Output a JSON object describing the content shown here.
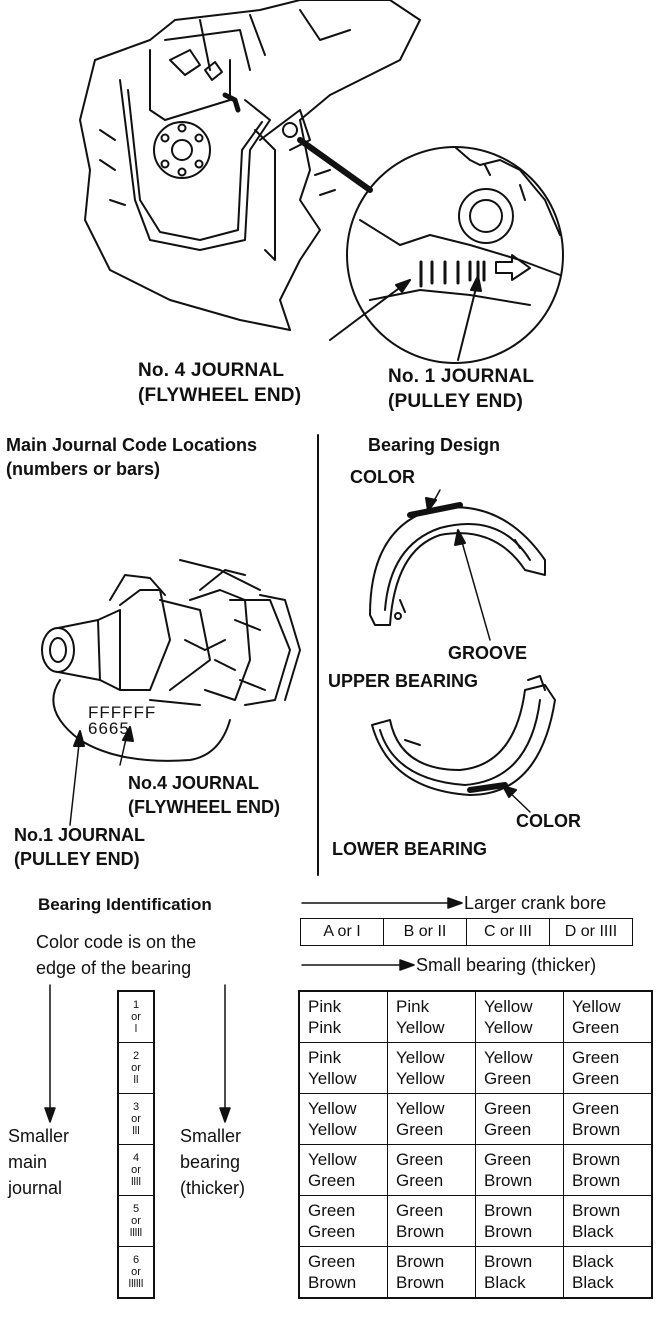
{
  "top": {
    "no4_line1": "No. 4 JOURNAL",
    "no4_line2": "(FLYWHEEL END)",
    "no1_line1": "No. 1 JOURNAL",
    "no1_line2": "(PULLEY END)"
  },
  "left_panel": {
    "title_line1": "Main Journal Code Locations",
    "title_line2": "(numbers or bars)",
    "code_marks_top": "FFFFFF",
    "code_marks_bottom": "6665",
    "no4_line1": "No.4 JOURNAL",
    "no4_line2": "(FLYWHEEL END)",
    "no1_line1": "No.1 JOURNAL",
    "no1_line2": "(PULLEY END)"
  },
  "right_panel": {
    "title": "Bearing Design",
    "color_top": "COLOR",
    "groove": "GROOVE",
    "upper_bearing": "UPPER BEARING",
    "color_bottom": "COLOR",
    "lower_bearing": "LOWER BEARING"
  },
  "identification": {
    "title": "Bearing Identification",
    "note_line1": "Color code is on the",
    "note_line2": "edge of the bearing",
    "smaller_main": [
      "Smaller",
      "main",
      "journal"
    ],
    "smaller_bearing": [
      "Smaller",
      "bearing",
      "(thicker)"
    ],
    "larger_crank_bore": "Larger crank bore",
    "small_bearing": "Small bearing (thicker)",
    "bore_codes": [
      "A or I",
      "B or II",
      "C or III",
      "D or IIII"
    ],
    "journal_codes": [
      [
        "1",
        "or",
        "l"
      ],
      [
        "2",
        "or",
        "ll"
      ],
      [
        "3",
        "or",
        "lll"
      ],
      [
        "4",
        "or",
        "llll"
      ],
      [
        "5",
        "or",
        "lllll"
      ],
      [
        "6",
        "or",
        "llllll"
      ]
    ],
    "color_rows": [
      [
        [
          "Pink",
          "Pink"
        ],
        [
          "Pink",
          "Yellow"
        ],
        [
          "Yellow",
          "Yellow"
        ],
        [
          "Yellow",
          "Green"
        ]
      ],
      [
        [
          "Pink",
          "Yellow"
        ],
        [
          "Yellow",
          "Yellow"
        ],
        [
          "Yellow",
          "Green"
        ],
        [
          "Green",
          "Green"
        ]
      ],
      [
        [
          "Yellow",
          "Yellow"
        ],
        [
          "Yellow",
          "Green"
        ],
        [
          "Green",
          "Green"
        ],
        [
          "Green",
          "Brown"
        ]
      ],
      [
        [
          "Yellow",
          "Green"
        ],
        [
          "Green",
          "Green"
        ],
        [
          "Green",
          "Brown"
        ],
        [
          "Brown",
          "Brown"
        ]
      ],
      [
        [
          "Green",
          "Green"
        ],
        [
          "Green",
          "Brown"
        ],
        [
          "Brown",
          "Brown"
        ],
        [
          "Brown",
          "Black"
        ]
      ],
      [
        [
          "Green",
          "Brown"
        ],
        [
          "Brown",
          "Brown"
        ],
        [
          "Brown",
          "Black"
        ],
        [
          "Black",
          "Black"
        ]
      ]
    ]
  }
}
